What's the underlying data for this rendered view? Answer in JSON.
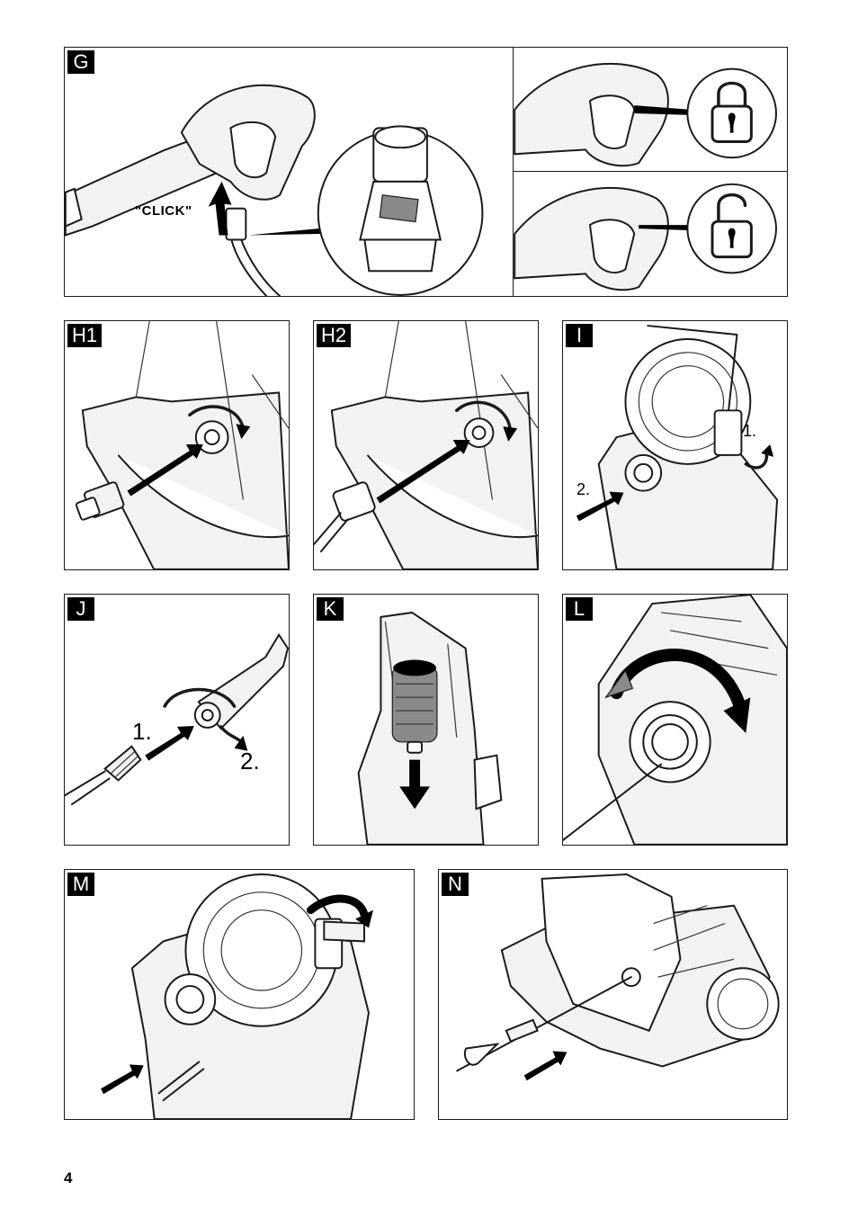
{
  "panels": {
    "G": {
      "label": "G",
      "callout": "\"CLICK\""
    },
    "G_locked": {
      "icon": "padlock-locked-icon"
    },
    "G_unlocked": {
      "icon": "padlock-unlocked-icon"
    },
    "H1": {
      "label": "H1"
    },
    "H2": {
      "label": "H2"
    },
    "I": {
      "label": "I",
      "step1": "1.",
      "step2": "2."
    },
    "J": {
      "label": "J",
      "step1": "1.",
      "step2": "2."
    },
    "K": {
      "label": "K"
    },
    "L": {
      "label": "L"
    },
    "M": {
      "label": "M"
    },
    "N": {
      "label": "N"
    }
  },
  "footer": {
    "page_number": "4"
  }
}
